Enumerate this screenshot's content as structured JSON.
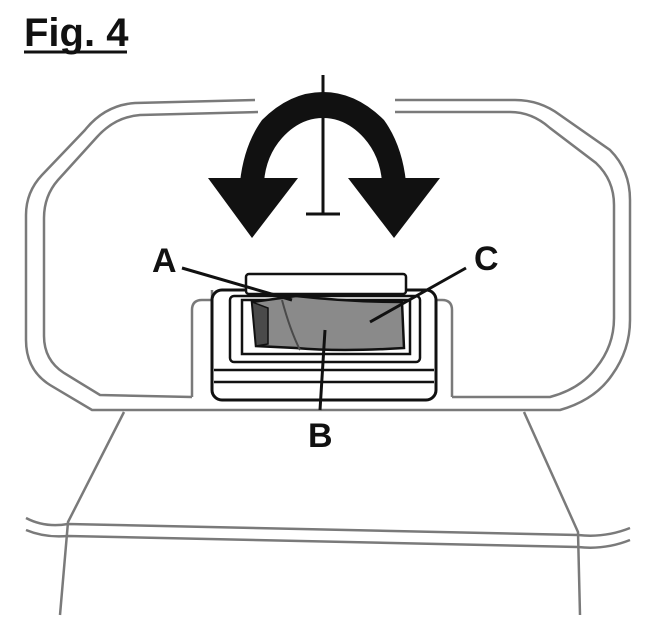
{
  "figure": {
    "title": "Fig. 4",
    "labels": {
      "a": "A",
      "b": "B",
      "c": "C"
    }
  },
  "colors": {
    "ink": "#111111",
    "outline": "#7a7a7a",
    "switch_fill": "#8a8a8a",
    "switch_dark": "#4a4a4a"
  },
  "icons": {
    "rotate_left": "curved-arrow-left-icon",
    "rotate_right": "curved-arrow-right-icon",
    "level": "level-mark-icon"
  }
}
